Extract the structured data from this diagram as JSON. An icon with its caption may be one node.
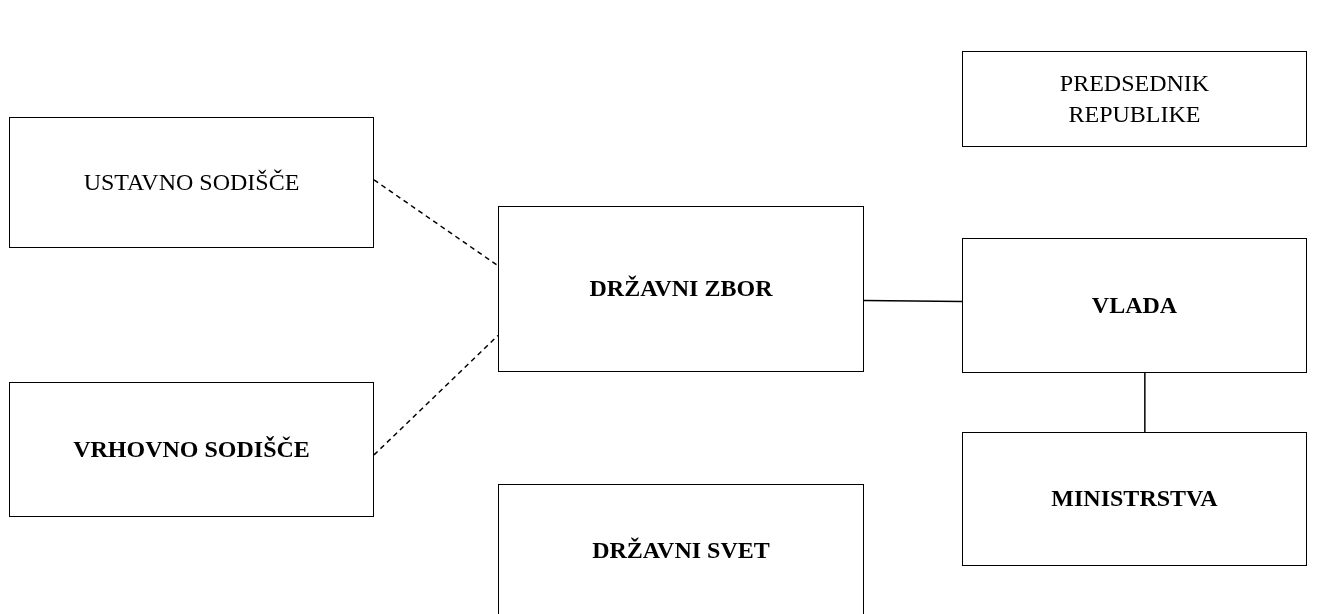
{
  "diagram": {
    "nodes": [
      {
        "text": [
          "PREDSEDNIK REPUBLIKE"
        ]
      },
      {
        "text": [
          "USTAVNO SODIŠČE"
        ]
      },
      {
        "text": [
          "DRŽAVNI ZBOR"
        ]
      },
      {
        "text": [
          "VLADA"
        ]
      },
      {
        "text": [
          "VRHOVNO SODIŠČE"
        ]
      },
      {
        "text": [
          "MINISTRSTVA"
        ]
      },
      {
        "text": [
          "DRŽAVNI SVET"
        ]
      }
    ],
    "edges": [
      {
        "from": 1,
        "to": 2,
        "arrow": "none",
        "style": "dashed"
      },
      {
        "from": 4,
        "to": 2,
        "arrow": "none",
        "style": "dashed"
      },
      {
        "from": 2,
        "to": 3,
        "arrow": "none"
      },
      {
        "from": 3,
        "to": 5,
        "arrow": "none"
      }
    ]
  }
}
